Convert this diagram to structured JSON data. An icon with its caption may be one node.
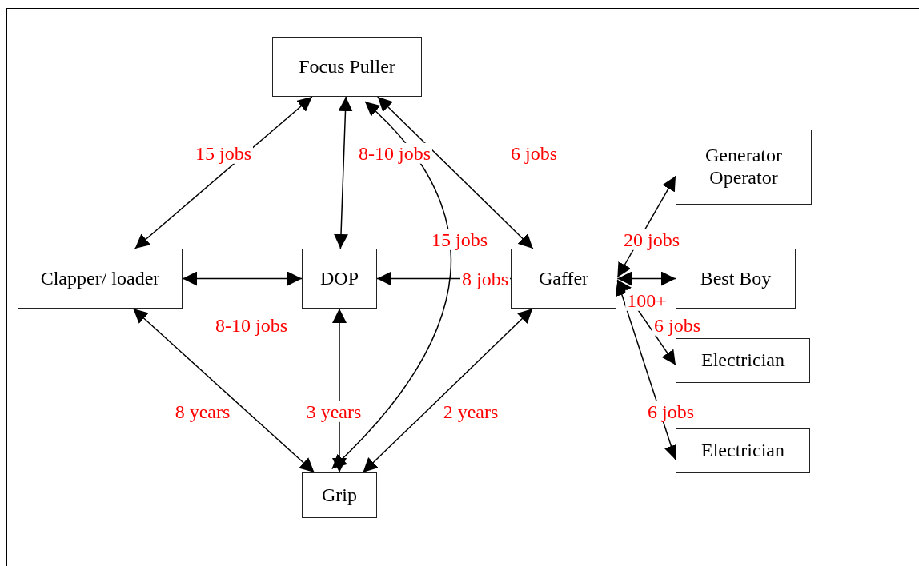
{
  "diagram": {
    "nodes": [
      {
        "text": [
          "Focus Puller"
        ]
      },
      {
        "text": [
          "Generator Operator"
        ]
      },
      {
        "text": [
          "Clapper/ loader"
        ]
      },
      {
        "text": [
          "DOP"
        ]
      },
      {
        "text": [
          "Gaffer"
        ]
      },
      {
        "text": [
          "Best Boy"
        ]
      },
      {
        "text": [
          "Electrician"
        ]
      },
      {
        "text": [
          "Electrician"
        ]
      },
      {
        "text": [
          "Grip"
        ]
      }
    ],
    "edges": [
      {
        "from": 0,
        "to": 2,
        "arrow": "both",
        "label": "15 jobs"
      },
      {
        "from": 0,
        "to": 3,
        "arrow": "both",
        "label": "8-10 jobs"
      },
      {
        "from": 0,
        "to": 8,
        "arrow": "both",
        "label": "15 jobs"
      },
      {
        "from": 0,
        "to": 4,
        "arrow": "both",
        "label": "6 jobs"
      },
      {
        "from": 2,
        "to": 3,
        "arrow": "both",
        "label": "8-10 jobs"
      },
      {
        "from": 3,
        "to": 4,
        "arrow": "both",
        "label": "8 jobs"
      },
      {
        "from": 2,
        "to": 8,
        "arrow": "both",
        "label": "8 years"
      },
      {
        "from": 3,
        "to": 8,
        "arrow": "both",
        "label": "3 years"
      },
      {
        "from": 4,
        "to": 8,
        "arrow": "both",
        "label": "2 years"
      },
      {
        "from": 4,
        "to": 1,
        "arrow": "both",
        "label": "20 jobs"
      },
      {
        "from": 4,
        "to": 5,
        "arrow": "both",
        "label": "100+"
      },
      {
        "from": 4,
        "to": 6,
        "arrow": "both",
        "label": "6 jobs"
      },
      {
        "from": 4,
        "to": 7,
        "arrow": "both",
        "label": "6 jobs"
      }
    ]
  }
}
